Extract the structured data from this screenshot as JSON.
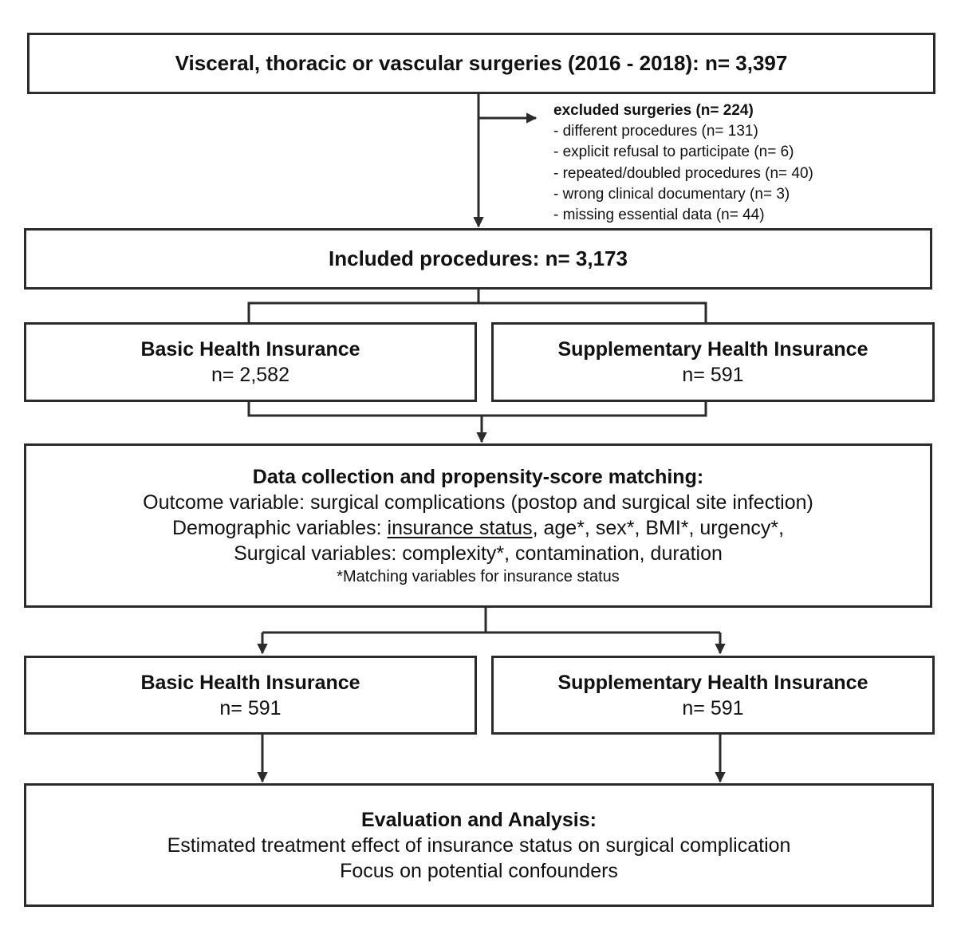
{
  "top_box": {
    "text": "Visceral, thoracic or vascular surgeries (2016  - 2018):  n= 3,397"
  },
  "excluded": {
    "title": "excluded surgeries (n= 224)",
    "items": [
      "- different  procedures (n= 131)",
      "- explicit refusal to participate (n= 6)",
      "- repeated/doubled procedures (n= 40)",
      "- wrong clinical documentary (n= 3)",
      "- missing essential data (n= 44)"
    ]
  },
  "included_box": {
    "text": "Included procedures: n= 3,173"
  },
  "group_boxes_1": [
    {
      "title": "Basic Health Insurance",
      "n": "n= 2,582"
    },
    {
      "title": "Supplementary Health Insurance",
      "n": "n= 591"
    }
  ],
  "data_box": {
    "title": "Data collection and propensity-score matching:",
    "line1": "Outcome variable: surgical complications (postop and surgical site infection)",
    "line2_prefix": "Demographic variables: ",
    "line2_underlined": "insurance status",
    "line2_suffix": ", age*, sex*, BMI*, urgency*,",
    "line3": "Surgical variables: complexity*, contamination, duration",
    "footnote": "*Matching variables for insurance status"
  },
  "group_boxes_2": [
    {
      "title": "Basic Health Insurance",
      "n": "n= 591"
    },
    {
      "title": "Supplementary Health Insurance",
      "n": "n= 591"
    }
  ],
  "evaluation_box": {
    "title": "Evaluation and Analysis:",
    "line1": "Estimated treatment effect of insurance status on surgical complication",
    "line2": "Focus on potential confounders"
  }
}
